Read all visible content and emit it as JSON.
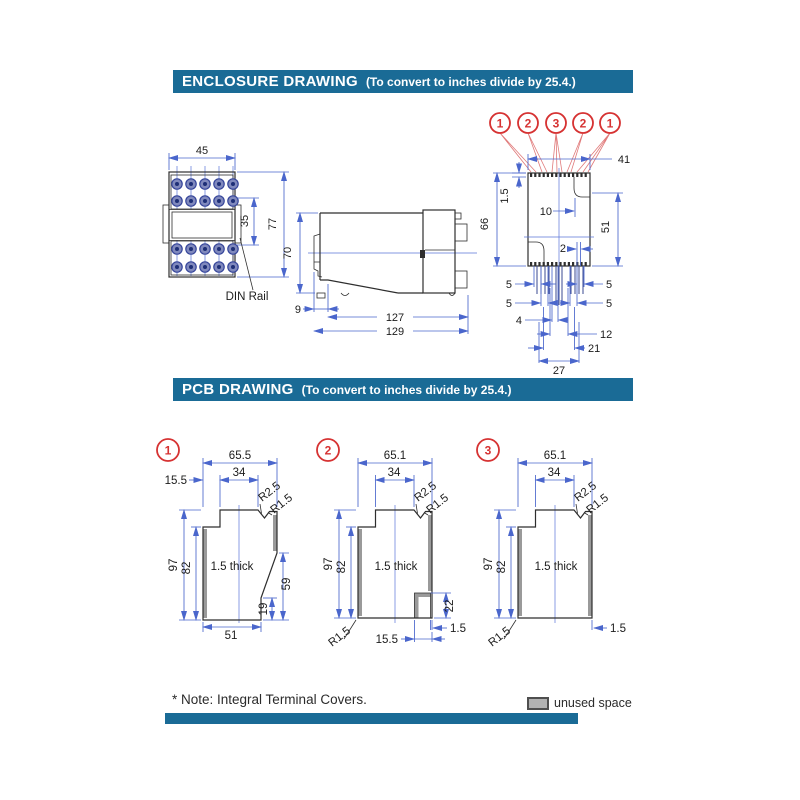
{
  "page": {
    "enclosure_section": {
      "title": "ENCLOSURE DRAWING",
      "subtitle": "(To convert to inches divide by 25.4.)"
    },
    "pcb_section": {
      "title": "PCB DRAWING",
      "subtitle": "(To convert to inches divide by 25.4.)"
    },
    "note": "* Note: Integral Terminal Covers.",
    "legend": {
      "label": "unused space"
    }
  },
  "front_view": {
    "width_mm": "45",
    "window_mm": "35",
    "height_mm": "77",
    "din_rail_label": "DIN Rail"
  },
  "side_view": {
    "height_mm": "70",
    "foot_mm": "9",
    "length_mm": "127",
    "total_length_mm": "129"
  },
  "rear_view": {
    "callouts": [
      "1",
      "2",
      "3",
      "2",
      "1"
    ],
    "width_mm": "41",
    "lip_mm": "1.5",
    "height_mm": "66",
    "offset10_mm": "10",
    "height51_mm": "51",
    "gap2_mm": "2",
    "pitch_left_top": "5",
    "pitch_left_bottom": "5",
    "pitch_right_top": "5",
    "pitch_right_bottom": "5",
    "span4_mm": "4",
    "span12_mm": "12",
    "span21_mm": "21",
    "span27_mm": "27"
  },
  "pcb1": {
    "callout": "1",
    "w_total": "65.5",
    "w_tab": "34",
    "offset_left": "15.5",
    "r_inner": "R2.5",
    "r_tip": "R1.5",
    "h_total": "97",
    "h_side": "82",
    "thickness": "1.5 thick",
    "h_right": "59",
    "h_step": "19",
    "w_bottom": "51"
  },
  "pcb2": {
    "callout": "2",
    "w_total": "65.1",
    "w_tab": "34",
    "r_inner": "R2.5",
    "r_tip": "R1.5",
    "h_total": "97",
    "h_side": "82",
    "thickness": "1.5 thick",
    "h_notch": "22",
    "gap": "1.5",
    "w_notch": "15.5",
    "r_corner": "R1.5"
  },
  "pcb3": {
    "callout": "3",
    "w_total": "65.1",
    "w_tab": "34",
    "r_inner": "R2.5",
    "r_tip": "R1.5",
    "h_total": "97",
    "h_side": "82",
    "thickness": "1.5 thick",
    "r_corner": "R1.5",
    "gap": "1.5"
  },
  "colors": {
    "header_teal": "#1a6b96",
    "callout_red": "#d63232",
    "dimension_blue": "#4a66cc",
    "unused_gray": "#9a9a9a",
    "outline": "#2e2e2e"
  }
}
